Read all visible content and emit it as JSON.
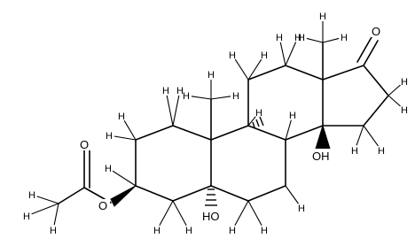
{
  "molecule": {
    "line_color": "#000000",
    "background": "#ffffff",
    "atom_symbols": {
      "hydrogen": "H",
      "oxygen": "O",
      "hydroxyl": "HO",
      "hydroxyl_right": "OH"
    }
  }
}
